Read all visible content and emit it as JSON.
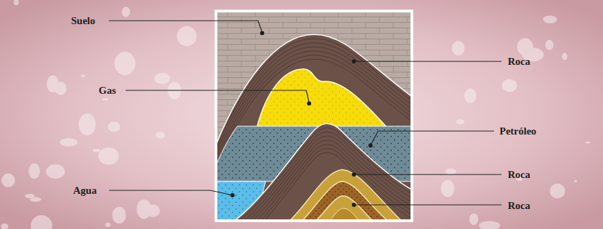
{
  "diagram": {
    "labels": [
      "Suelo",
      "Roca",
      "Gas",
      "Petróleo",
      "Agua",
      "Roca",
      "Roca"
    ]
  }
}
